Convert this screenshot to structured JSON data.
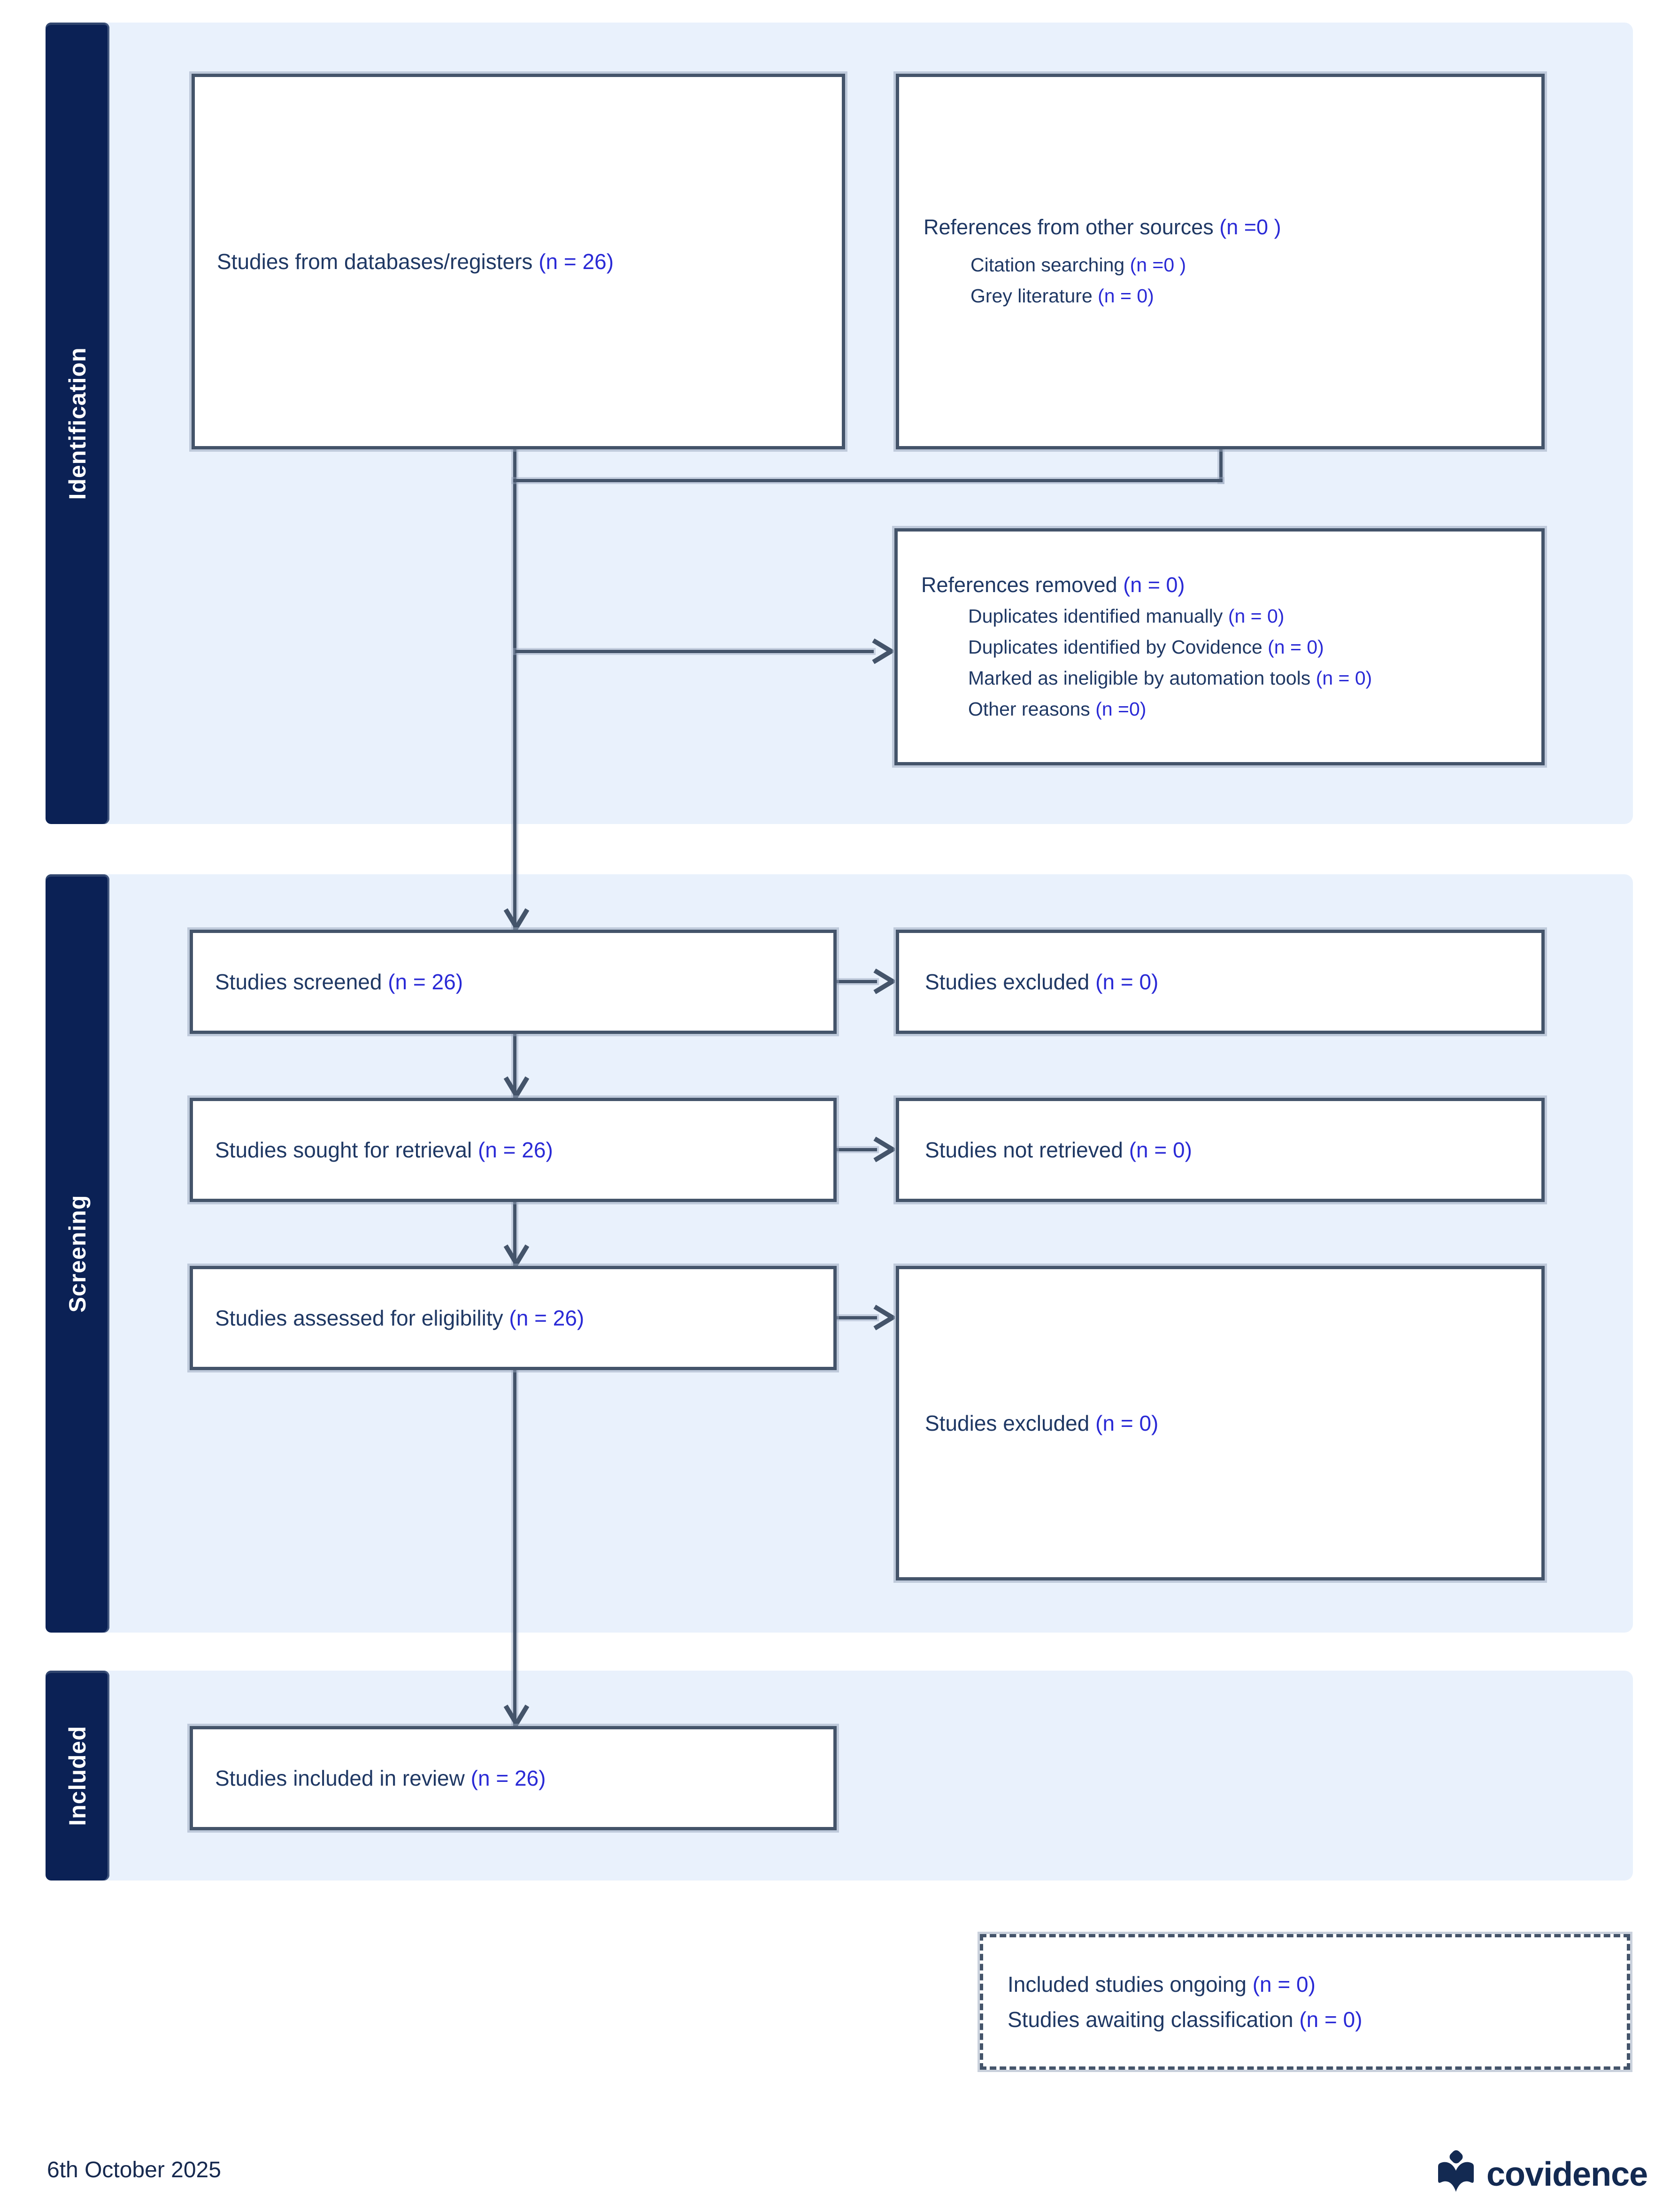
{
  "sidebar": {
    "identification": "Identification",
    "screening": "Screening",
    "included": "Included"
  },
  "boxes": {
    "databases": {
      "label": "Studies from databases/registers ",
      "n": "(n = 26)"
    },
    "other_sources": {
      "title": {
        "label": "References from other sources ",
        "n": "(n =0 )"
      },
      "items": [
        {
          "label": "Citation searching ",
          "n": "(n =0 )"
        },
        {
          "label": "Grey literature ",
          "n": "(n = 0)"
        }
      ]
    },
    "references_removed": {
      "title": {
        "label": "References removed ",
        "n": "(n = 0)"
      },
      "items": [
        {
          "label": "Duplicates identified manually ",
          "n": "(n = 0)"
        },
        {
          "label": "Duplicates identified by Covidence ",
          "n": "(n = 0)"
        },
        {
          "label": "Marked as ineligible by automation tools ",
          "n": "(n = 0)"
        },
        {
          "label": "Other reasons ",
          "n": "(n =0)"
        }
      ]
    },
    "screened": {
      "label": "Studies screened ",
      "n": "(n = 26)"
    },
    "excluded_screening": {
      "label": "Studies excluded ",
      "n": "(n = 0)"
    },
    "sought": {
      "label": "Studies sought for retrieval ",
      "n": "(n = 26)"
    },
    "not_retrieved": {
      "label": "Studies not retrieved ",
      "n": "(n = 0)"
    },
    "assessed": {
      "label": "Studies assessed for eligibility ",
      "n": "(n = 26)"
    },
    "excluded_eligibility": {
      "label": "Studies excluded ",
      "n": "(n = 0)"
    },
    "included_review": {
      "label": "Studies included in review ",
      "n": "(n = 26)"
    },
    "ongoing": {
      "label": "Included studies ongoing ",
      "n": "(n = 0)"
    },
    "awaiting": {
      "label": "Studies awaiting classification ",
      "n": "(n = 0)"
    }
  },
  "footer": {
    "date": "6th October 2025",
    "brand": "covidence"
  },
  "icons": {
    "brand": "covidence-book-icon",
    "arrowhead": "chevron-arrowhead-icon"
  },
  "colors": {
    "label_dark_navy": "#1F3864",
    "count_blue": "#2A2AD6",
    "box_border_slate": "#44546A",
    "sidebar_navy": "#0B2155",
    "panel_light_blue": "#E9F1FC",
    "brand_navy": "#132A52"
  }
}
